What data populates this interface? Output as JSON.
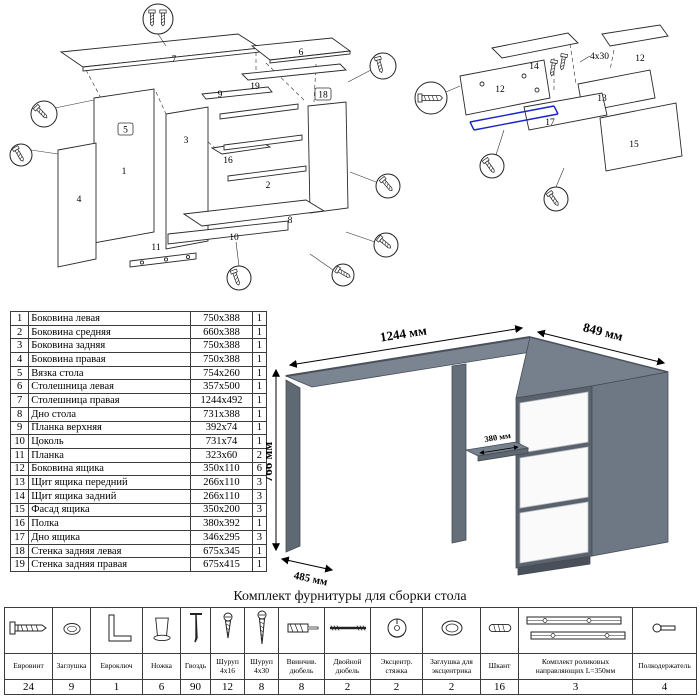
{
  "hardware": {
    "title": "Комплект фурнитуры для сборки стола",
    "items": [
      {
        "icon": "euroscrew-icon",
        "name": "Евровинт",
        "qty": "24"
      },
      {
        "icon": "cap-icon",
        "name": "Заглушка",
        "qty": "9"
      },
      {
        "icon": "hexkey-icon",
        "name": "Евроключ",
        "qty": "1"
      },
      {
        "icon": "leg-icon",
        "name": "Ножка",
        "qty": "6"
      },
      {
        "icon": "nail-icon",
        "name": "Гвоздь",
        "qty": "90"
      },
      {
        "icon": "screw-icon",
        "name": "Шуруп 4x16",
        "qty": "12"
      },
      {
        "icon": "screw-icon",
        "name": "Шуруп 4x30",
        "qty": "8"
      },
      {
        "icon": "threaded-dowel-icon",
        "name": "Ввинчив. дюбель",
        "qty": "8"
      },
      {
        "icon": "double-dowel-icon",
        "name": "Двойной дюбель",
        "qty": "2"
      },
      {
        "icon": "cam-lock-icon",
        "name": "Эксцентр. стяжка",
        "qty": "2"
      },
      {
        "icon": "cam-cap-icon",
        "name": "Заглушка для эксцентрика",
        "qty": "2"
      },
      {
        "icon": "dowel-icon",
        "name": "Шкант",
        "qty": "16"
      },
      {
        "icon": "roller-guides-icon",
        "name": "Комплект роликовых направляющих L=350мм",
        "qty": "3"
      },
      {
        "icon": "shelf-support-icon",
        "name": "Полкодержатель",
        "qty": "4"
      }
    ]
  },
  "parts_table": {
    "rows": [
      [
        "1",
        "Боковина левая",
        "750x388",
        "1"
      ],
      [
        "2",
        "Боковина средняя",
        "660x388",
        "1"
      ],
      [
        "3",
        "Боковина задняя",
        "750x388",
        "1"
      ],
      [
        "4",
        "Боковина правая",
        "750x388",
        "1"
      ],
      [
        "5",
        "Вязка стола",
        "754x260",
        "1"
      ],
      [
        "6",
        "Столешница левая",
        "357x500",
        "1"
      ],
      [
        "7",
        "Столешница правая",
        "1244x492",
        "1"
      ],
      [
        "8",
        "Дно стола",
        "731x388",
        "1"
      ],
      [
        "9",
        "Планка верхняя",
        "392x74",
        "1"
      ],
      [
        "10",
        "Цоколь",
        "731x74",
        "1"
      ],
      [
        "11",
        "Планка",
        "323x60",
        "2"
      ],
      [
        "12",
        "Боковина ящика",
        "350x110",
        "6"
      ],
      [
        "13",
        "Щит ящика передний",
        "266x110",
        "3"
      ],
      [
        "14",
        "Щит ящика задний",
        "266x110",
        "3"
      ],
      [
        "15",
        "Фасад ящика",
        "350x200",
        "3"
      ],
      [
        "16",
        "Полка",
        "380x392",
        "1"
      ],
      [
        "17",
        "Дно ящика",
        "346x295",
        "3"
      ],
      [
        "18",
        "Стенка задняя левая",
        "675x345",
        "1"
      ],
      [
        "19",
        "Стенка задняя правая",
        "675x415",
        "1"
      ]
    ]
  },
  "dimensions": {
    "width": "1244 мм",
    "depth": "849 мм",
    "height": "766 мм",
    "wing_depth": "485 мм",
    "shelf_depth": "380 мм"
  },
  "exploded": {
    "left": {
      "n1": "1",
      "n2": "2",
      "n3": "3",
      "n4": "4",
      "n5": "5",
      "n6": "6",
      "n7": "7",
      "n8": "8",
      "n9": "9",
      "n10": "10",
      "n11": "11",
      "n16": "16",
      "n18": "18",
      "n19": "19"
    },
    "right": {
      "n12a": "12",
      "n12b": "12",
      "n13": "13",
      "n14": "14",
      "n15": "15",
      "n17": "17",
      "screw_note": "4х30"
    }
  },
  "colors": {
    "desk_grey": "#6e7985",
    "drawer_white": "#fafafa",
    "guide_highlight_blue": "#1822cf"
  }
}
